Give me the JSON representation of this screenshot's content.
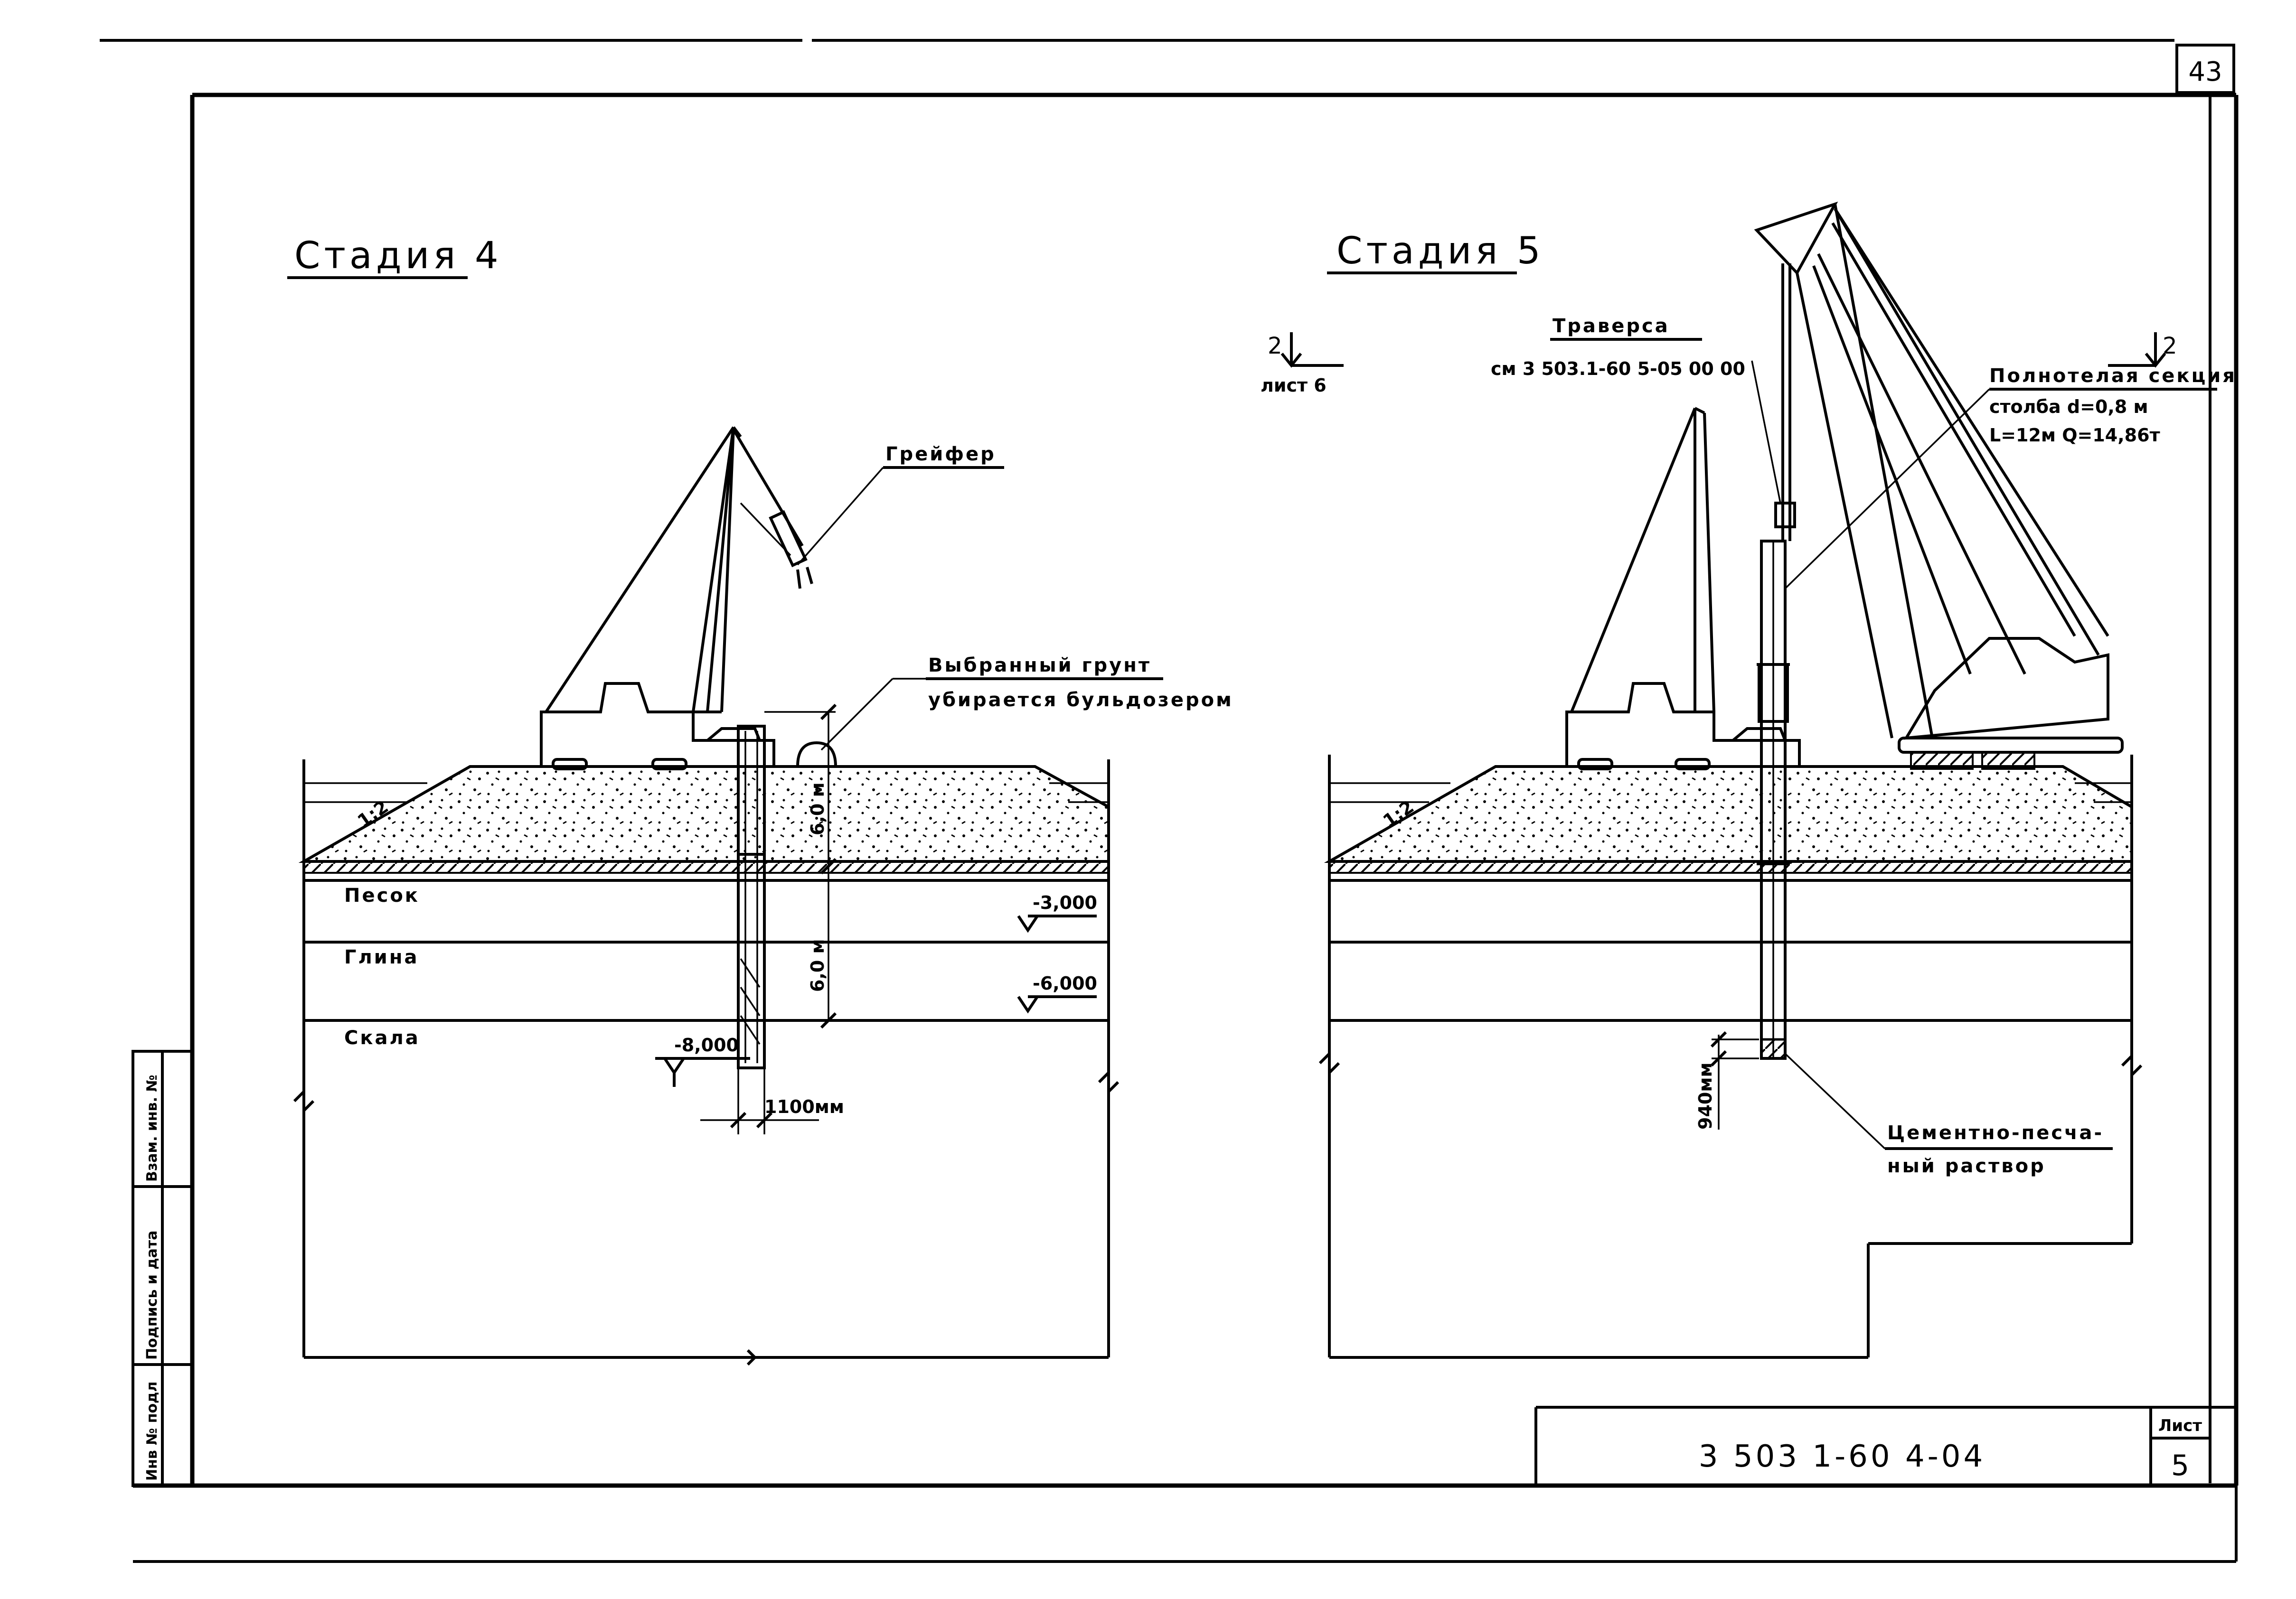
{
  "sheet": {
    "page_number": "43",
    "doc_code": "3 503 1-60 4-04",
    "sheet_label": "Лист",
    "sheet_number": "5",
    "side_stamp": [
      "Инв № подл",
      "Подпись и дата",
      "Взам. инв. №"
    ]
  },
  "stage4": {
    "title": "Стадия 4",
    "grab_label": "Грейфер",
    "excavated_line1": "Выбранный грунт",
    "excavated_line2": "убирается бульдозером",
    "slope": "1:2",
    "layers": [
      "Песок",
      "Глина",
      "Скала"
    ],
    "elevations": [
      "-3,000",
      "-6,000",
      "-8,000"
    ],
    "dim_upper": "6,0 м",
    "dim_lower": "6,0 м",
    "diameter": "1100мм"
  },
  "stage5": {
    "title": "Стадия 5",
    "section_mark": "2",
    "section_ref": "лист 6",
    "traverse_label": "Траверса",
    "traverse_ref": "см 3 503.1-60 5-05 00 00",
    "section_title": "Полнотелая секция",
    "section_line1": "столба  d=0,8 м",
    "section_line2": "L=12м  Q=14,86т",
    "slope": "1:2",
    "depth_dim": "940мм",
    "mortar_line1": "Цементно-песча-",
    "mortar_line2": "ный раствор"
  }
}
